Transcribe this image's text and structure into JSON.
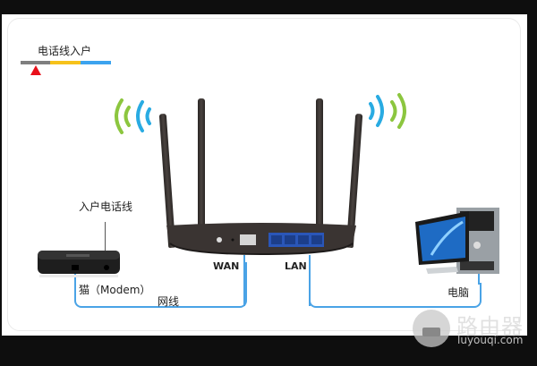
{
  "diagram": {
    "phone_line_legend": {
      "label": "电话线入户",
      "colors": [
        "#7f7f7f",
        "#f6c21b",
        "#3ca3ef"
      ],
      "marker_color": "#e8101a"
    },
    "modem": {
      "label": "猫（Modem）",
      "phone_line_label": "入户电话线"
    },
    "router": {
      "wan_label": "WAN",
      "lan_label": "LAN"
    },
    "cable_label": "网线",
    "computer": {
      "label": "电脑"
    },
    "wifi_colors": {
      "outer": "#8cc63f",
      "inner": "#29abe2"
    }
  },
  "watermark": {
    "title": "路由器",
    "url": "luyouqi.com"
  },
  "colors": {
    "background": "#0e0e0e",
    "panel": "#ffffff",
    "cable": "#4aa3e6"
  }
}
